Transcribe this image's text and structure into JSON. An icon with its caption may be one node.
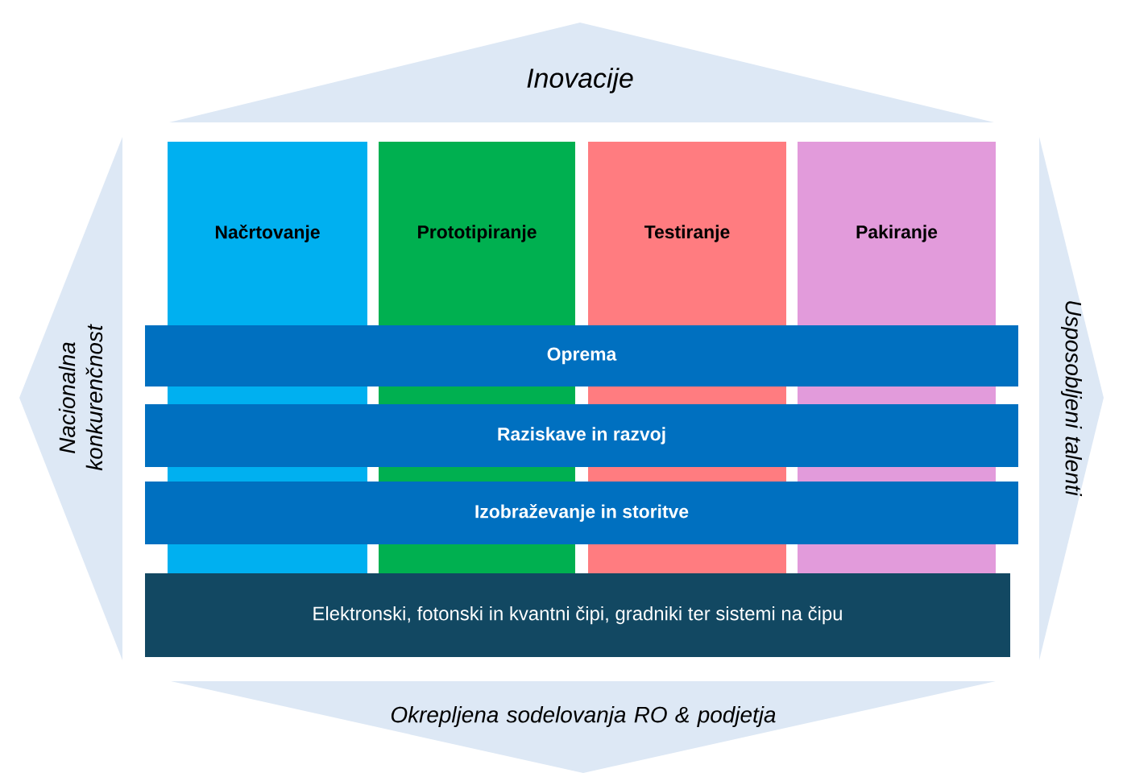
{
  "diagram": {
    "nodes": [
      {
        "text": [
          "Inovacije"
        ]
      },
      {
        "text": [
          "Nacionalna konkurenčnost"
        ]
      },
      {
        "text": [
          "Načrtovanje"
        ]
      },
      {
        "text": [
          "Prototipiranje"
        ]
      },
      {
        "text": [
          "Testiranje"
        ]
      },
      {
        "text": [
          "Pakiranje"
        ]
      },
      {
        "text": [
          "Oprema"
        ]
      },
      {
        "text": [
          "Raziskave in razvoj"
        ]
      },
      {
        "text": [
          "Izobraževanje in storitve"
        ]
      },
      {
        "text": [
          "Elektronski, fotonski in kvantni čipi, gradniki ter sistemi na čipu"
        ]
      },
      {
        "text": [
          "Usposobljeni talenti"
        ]
      },
      {
        "text": [
          "Okrepljena sodelovanja RO & podjetja"
        ]
      }
    ]
  }
}
